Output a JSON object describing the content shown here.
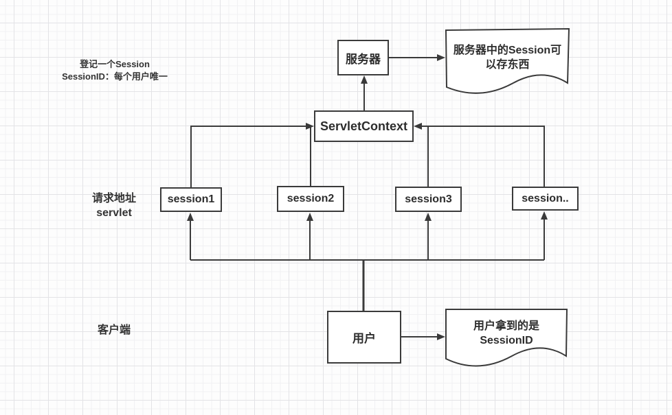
{
  "diagram": {
    "title_hint": "Session / ServletContext diagram",
    "colors": {
      "stroke": "#3a3a3a",
      "text": "#2d2d2d",
      "node_fill": "#ffffff",
      "grid_minor": "#f1f1f3",
      "grid_major": "#e3e3e6",
      "background": "#fdfdfd"
    },
    "nodes": {
      "server": {
        "label": "服务器"
      },
      "servlet_context": {
        "label": "ServletContext"
      },
      "session1": {
        "label": "session1"
      },
      "session2": {
        "label": "session2"
      },
      "session3": {
        "label": "session3"
      },
      "session_more": {
        "label": "session.."
      },
      "user": {
        "label": "用户"
      }
    },
    "notes": {
      "server_note": {
        "line1": "服务器中的Session可",
        "line2": "以存东西"
      },
      "user_note": {
        "line1": "用户拿到的是",
        "line2": "SessionID"
      }
    },
    "annotations": {
      "session_register": {
        "line1": "登记一个Session",
        "line2": "SessionID：每个用户唯一"
      },
      "request_layer": {
        "line1": "请求地址",
        "line2": "servlet"
      },
      "client_layer": {
        "label": "客户端"
      }
    }
  }
}
